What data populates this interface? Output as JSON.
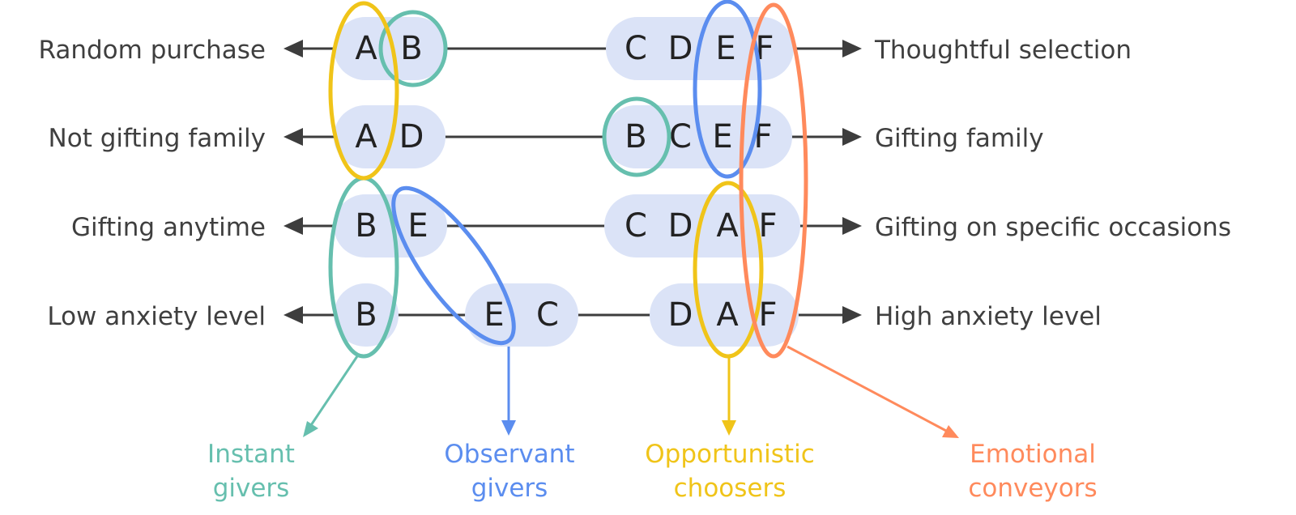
{
  "rows": [
    {
      "left": "Random purchase",
      "right": "Thoughtful selection",
      "left_letters": [
        "A",
        "B"
      ],
      "right_letters": [
        "C",
        "D",
        "E",
        "F"
      ]
    },
    {
      "left": "Not gifting family",
      "right": "Gifting family",
      "left_letters": [
        "A",
        "D"
      ],
      "right_letters": [
        "B",
        "C",
        "E",
        "F"
      ]
    },
    {
      "left": "Gifting anytime",
      "right": "Gifting on specific occasions",
      "left_letters": [
        "B",
        "E"
      ],
      "right_letters": [
        "C",
        "D",
        "A",
        "F"
      ]
    },
    {
      "left": "Low anxiety level",
      "right": "High anxiety level",
      "left_letters": [
        "B"
      ],
      "mid_letters": [
        "E",
        "C"
      ],
      "right_letters": [
        "D",
        "A",
        "F"
      ]
    }
  ],
  "groups": [
    {
      "line1": "Instant",
      "line2": "givers",
      "color": "#66bfae"
    },
    {
      "line1": "Observant",
      "line2": "givers",
      "color": "#5b8def"
    },
    {
      "line1": "Opportunistic",
      "line2": "choosers",
      "color": "#f0c419"
    },
    {
      "line1": "Emotional",
      "line2": "conveyors",
      "color": "#ff8a5c"
    }
  ],
  "colors": {
    "pill": "#dbe3f7",
    "axis": "#3d3d3d",
    "text": "#3f3f3f"
  }
}
